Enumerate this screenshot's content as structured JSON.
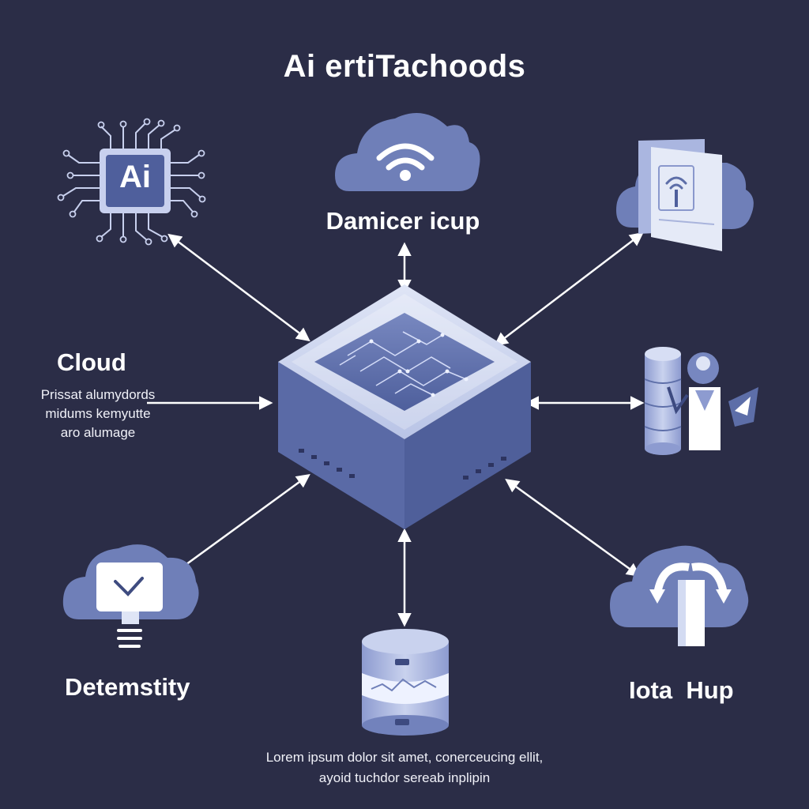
{
  "title": "Ai ertiTachoods",
  "nodes": {
    "top_label": "Damicer icup",
    "left_label": "Cloud",
    "left_desc": [
      "Prissat alumydords",
      "midums kemyutte",
      "aro alumage"
    ],
    "bottom_left_label": "Detemstity",
    "bottom_right_label": "Iota  Hup",
    "chip_text": "Ai"
  },
  "footer": [
    "Lorem ipsum dolor sit amet, conerceucing ellit,",
    "ayoid tuchdor sereab inplipin"
  ],
  "colors": {
    "background": "#2b2d47",
    "cloud": "#6f7fb8",
    "hub_outer": "#c7d0ec",
    "hub_inner": "#5d6ea8",
    "text": "#ffffff"
  }
}
